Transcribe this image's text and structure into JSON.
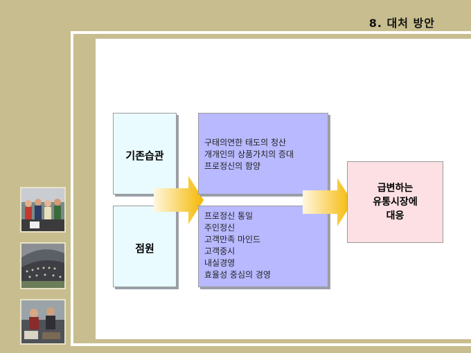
{
  "page": {
    "title": "8. 대처 방안"
  },
  "diagram": {
    "left_boxes": [
      {
        "label": "기존습관"
      },
      {
        "label": "점원"
      }
    ],
    "middle_boxes": [
      {
        "lines": "구태의연한 태도의 청산\n개개인의 상품가치의 증대\n프로정신의 함양"
      },
      {
        "lines": "프로정신 통일\n주인정신\n고객만족 마인드\n고객중시\n내실경영\n효율성 중심의 경영"
      }
    ],
    "result_box": {
      "label": "급변하는\n유통시장에\n대응"
    }
  },
  "colors": {
    "background": "#c8bd8e",
    "left_box": "#e9fbff",
    "middle_box": "#b8b9ff",
    "result_box": "#fce0e4",
    "arrow": "#f5b800"
  },
  "photos": [
    {
      "icon": "crowd-photo"
    },
    {
      "icon": "stadium-crowd-photo"
    },
    {
      "icon": "street-scene-photo"
    }
  ]
}
